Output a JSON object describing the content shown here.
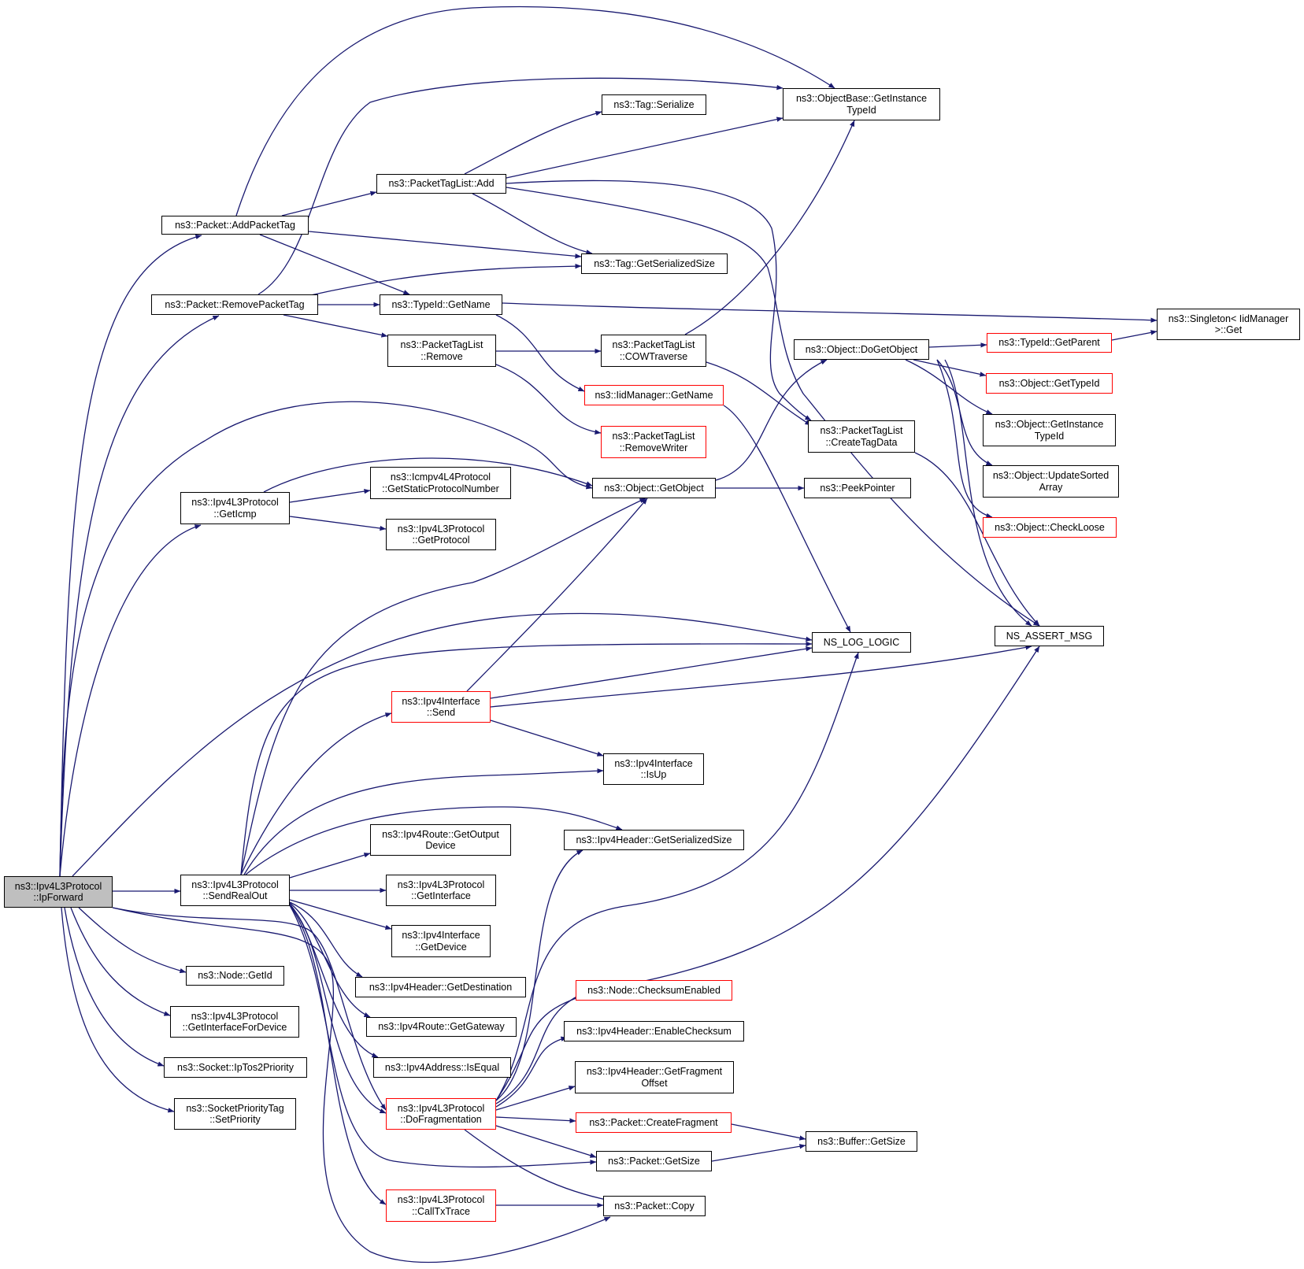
{
  "diagram": {
    "colors": {
      "edge": "#191970",
      "node_border": "#000000",
      "node_border_truncated": "#ff0000",
      "root_fill": "#bfbfbf"
    },
    "nodes": {
      "root": {
        "l1": "ns3::Ipv4L3Protocol",
        "l2": "::IpForward"
      },
      "addPacketTag": {
        "l1": "ns3::Packet::AddPacketTag"
      },
      "removePacketTag": {
        "l1": "ns3::Packet::RemovePacketTag"
      },
      "getIcmp": {
        "l1": "ns3::Ipv4L3Protocol",
        "l2": "::GetIcmp"
      },
      "sendRealOut": {
        "l1": "ns3::Ipv4L3Protocol",
        "l2": "::SendRealOut"
      },
      "nodeGetId": {
        "l1": "ns3::Node::GetId"
      },
      "getIfaceForDev": {
        "l1": "ns3::Ipv4L3Protocol",
        "l2": "::GetInterfaceForDevice"
      },
      "ipTos2Priority": {
        "l1": "ns3::Socket::IpTos2Priority"
      },
      "setPriority": {
        "l1": "ns3::SocketPriorityTag",
        "l2": "::SetPriority"
      },
      "ptlAdd": {
        "l1": "ns3::PacketTagList::Add"
      },
      "typeIdGetName": {
        "l1": "ns3::TypeId::GetName"
      },
      "ptlRemove": {
        "l1": "ns3::PacketTagList",
        "l2": "::Remove"
      },
      "icmpProtoNum": {
        "l1": "ns3::Icmpv4L4Protocol",
        "l2": "::GetStaticProtocolNumber"
      },
      "getProtocol": {
        "l1": "ns3::Ipv4L3Protocol",
        "l2": "::GetProtocol"
      },
      "ifaceSend": {
        "l1": "ns3::Ipv4Interface",
        "l2": "::Send"
      },
      "routeGetOutDev": {
        "l1": "ns3::Ipv4Route::GetOutput",
        "l2": "Device"
      },
      "getInterface": {
        "l1": "ns3::Ipv4L3Protocol",
        "l2": "::GetInterface"
      },
      "ifaceGetDevice": {
        "l1": "ns3::Ipv4Interface",
        "l2": "::GetDevice"
      },
      "hdrGetDest": {
        "l1": "ns3::Ipv4Header::GetDestination"
      },
      "routeGetGw": {
        "l1": "ns3::Ipv4Route::GetGateway"
      },
      "addrIsEqual": {
        "l1": "ns3::Ipv4Address::IsEqual"
      },
      "doFragmentation": {
        "l1": "ns3::Ipv4L3Protocol",
        "l2": "::DoFragmentation"
      },
      "callTxTrace": {
        "l1": "ns3::Ipv4L3Protocol",
        "l2": "::CallTxTrace"
      },
      "tagSerialize": {
        "l1": "ns3::Tag::Serialize"
      },
      "tagGetSerSize": {
        "l1": "ns3::Tag::GetSerializedSize"
      },
      "cowTraverse": {
        "l1": "ns3::PacketTagList",
        "l2": "::COWTraverse"
      },
      "iidMgrGetName": {
        "l1": "ns3::IidManager::GetName"
      },
      "removeWriter": {
        "l1": "ns3::PacketTagList",
        "l2": "::RemoveWriter"
      },
      "objGetObject": {
        "l1": "ns3::Object::GetObject"
      },
      "ifaceIsUp": {
        "l1": "ns3::Ipv4Interface",
        "l2": "::IsUp"
      },
      "hdrGetSerSize": {
        "l1": "ns3::Ipv4Header::GetSerializedSize"
      },
      "checksumEnabled": {
        "l1": "ns3::Node::ChecksumEnabled"
      },
      "enableChecksum": {
        "l1": "ns3::Ipv4Header::EnableChecksum"
      },
      "getFragOffset": {
        "l1": "ns3::Ipv4Header::GetFragment",
        "l2": "Offset"
      },
      "createFragment": {
        "l1": "ns3::Packet::CreateFragment"
      },
      "packetGetSize": {
        "l1": "ns3::Packet::GetSize"
      },
      "packetCopy": {
        "l1": "ns3::Packet::Copy"
      },
      "objBaseGetITid": {
        "l1": "ns3::ObjectBase::GetInstance",
        "l2": "TypeId"
      },
      "doGetObject": {
        "l1": "ns3::Object::DoGetObject"
      },
      "createTagData": {
        "l1": "ns3::PacketTagList",
        "l2": "::CreateTagData"
      },
      "peekPointer": {
        "l1": "ns3::PeekPointer"
      },
      "nsLogLogic": {
        "l1": "NS_LOG_LOGIC"
      },
      "bufferGetSize": {
        "l1": "ns3::Buffer::GetSize"
      },
      "typeIdGetParent": {
        "l1": "ns3::TypeId::GetParent"
      },
      "objGetTypeId": {
        "l1": "ns3::Object::GetTypeId"
      },
      "objGetITid": {
        "l1": "ns3::Object::GetInstance",
        "l2": "TypeId"
      },
      "updateSorted": {
        "l1": "ns3::Object::UpdateSorted",
        "l2": "Array"
      },
      "checkLoose": {
        "l1": "ns3::Object::CheckLoose"
      },
      "nsAssertMsg": {
        "l1": "NS_ASSERT_MSG"
      },
      "singletonGet": {
        "l1": "ns3::Singleton< IidManager",
        "l2": ">::Get"
      }
    }
  }
}
